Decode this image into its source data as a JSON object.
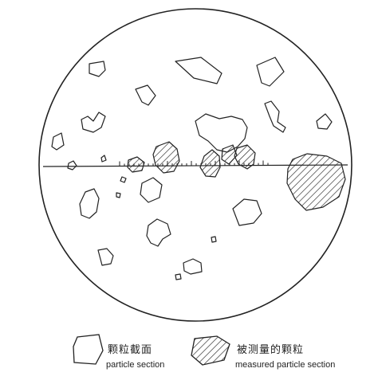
{
  "legend": {
    "plain": {
      "zh": "颗粒截面",
      "en": "particle section"
    },
    "hatched": {
      "zh": "被测量的颗粒",
      "en": "measured particle section"
    }
  },
  "style": {
    "stroke": "#222222",
    "background": "#ffffff"
  }
}
